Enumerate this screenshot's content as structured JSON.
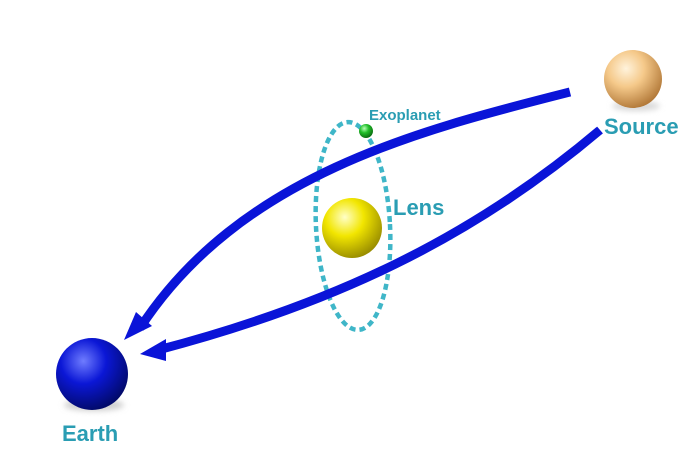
{
  "labels": {
    "source": "Source",
    "earth": "Earth",
    "lens": "Lens",
    "exoplanet": "Exoplanet"
  },
  "colors": {
    "light_path": "#0a14d8",
    "label_text": "#2a9db3",
    "orbit": "#3fb6c8",
    "earth": "#0b17d6",
    "lens_star": "#f2e600",
    "source_star": "#f5c98a",
    "exoplanet": "#22c02a"
  }
}
